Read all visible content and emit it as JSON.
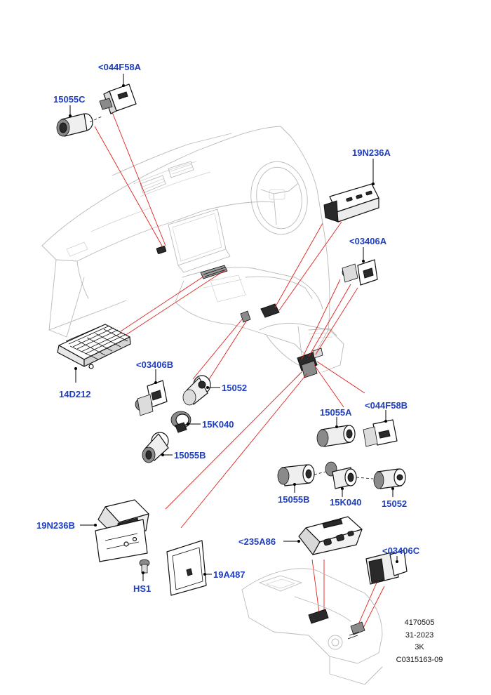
{
  "labels": {
    "l044F58A_top": "<044F58A",
    "l15055C": "15055C",
    "l19N236A": "19N236A",
    "l03406A": "<03406A",
    "l14D212": "14D212",
    "l03406B": "<03406B",
    "l15052_a": "15052",
    "l15K040_a": "15K040",
    "l15055B_a": "15055B",
    "l15055A": "15055A",
    "l044F58B": "<044F58B",
    "l15055B_b": "15055B",
    "l15K040_b": "15K040",
    "l15052_b": "15052",
    "l19N236B": "19N236B",
    "l235A86": "<235A86",
    "l03406C": "<03406C",
    "lHS1": "HS1",
    "l19A487": "19A487"
  },
  "meta": {
    "line1": "4170505",
    "line2": "31-2023",
    "line3": "3K",
    "line4": "C0315163-09"
  },
  "colors": {
    "callout": "#1f3fc4",
    "leader": "#e0201a",
    "ghost_outline": "#b9b9b9"
  }
}
